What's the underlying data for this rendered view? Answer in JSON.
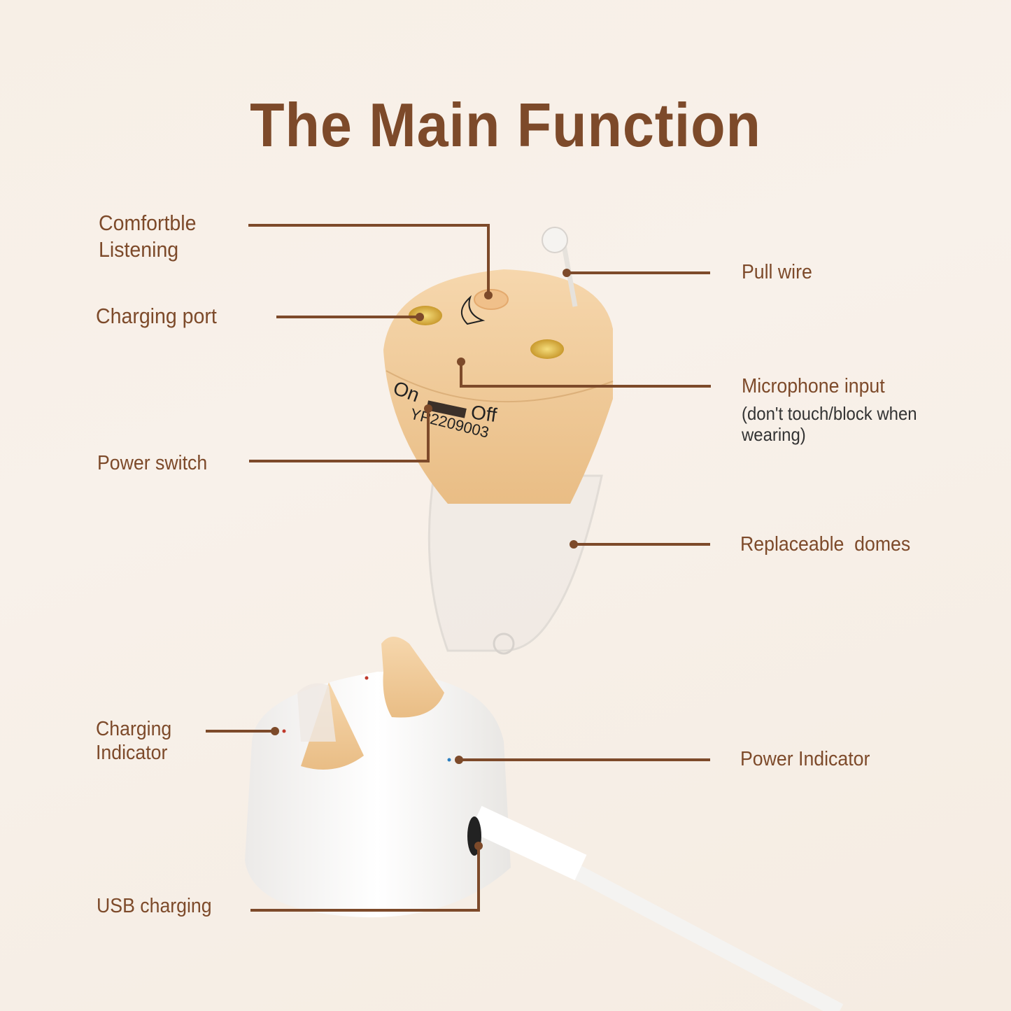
{
  "title": "The Main Function",
  "labels": {
    "comfortable_listening": [
      "Comfortble",
      "Listening"
    ],
    "charging_port": "Charging port",
    "power_switch": "Power switch",
    "charging_indicator": [
      "Charging",
      "Indicator"
    ],
    "usb_charging": "USB charging",
    "pull_wire": "Pull wire",
    "microphone_input": "Microphone input",
    "microphone_note": [
      "(don't touch/block when",
      "wearing)"
    ],
    "replaceable_domes": "Replaceable  domes",
    "power_indicator": "Power Indicator"
  },
  "device": {
    "on": "On",
    "off": "Off",
    "model": "YP2209003"
  },
  "colors": {
    "accent": "#7d4a2a",
    "skin": "#f2cf9f",
    "gold": "#d9a93a",
    "white": "#ffffff"
  }
}
